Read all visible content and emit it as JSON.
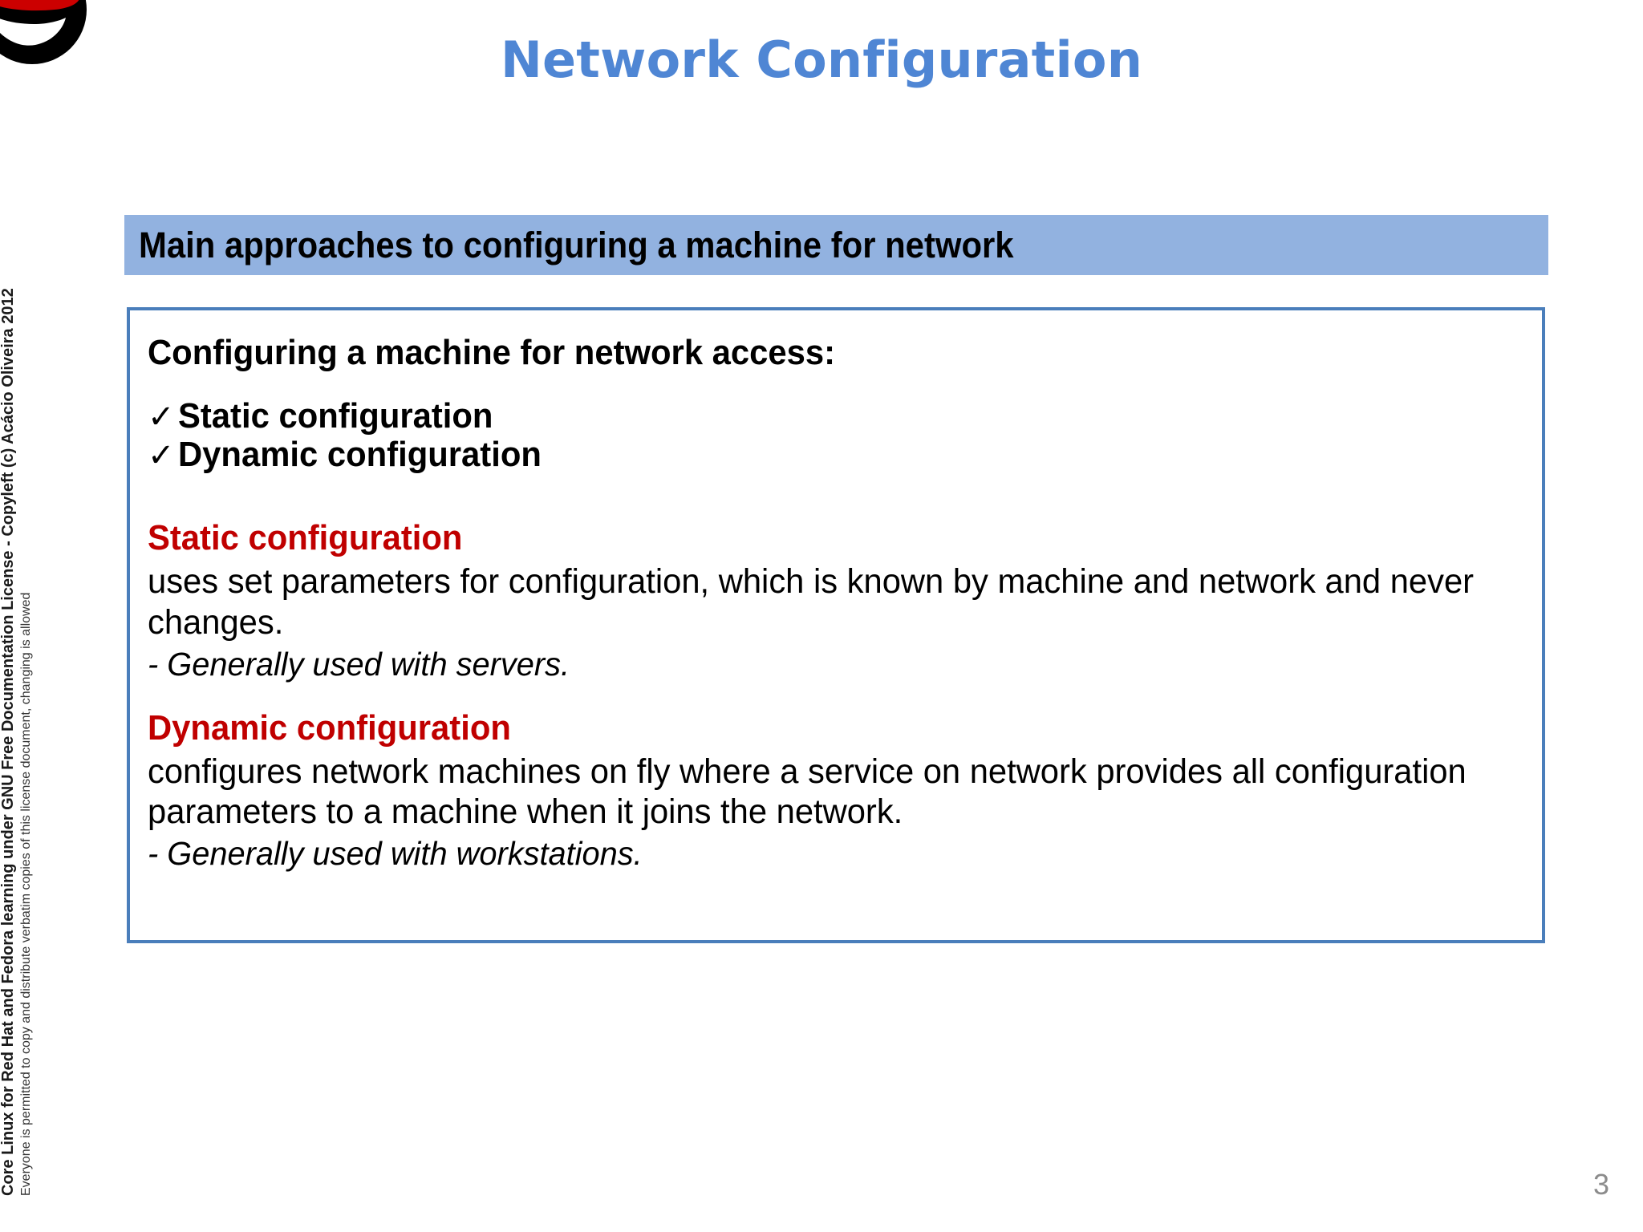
{
  "slide": {
    "title": "Network Configuration",
    "title_color": "#4f86d4",
    "page_number": "3",
    "background_color": "#ffffff"
  },
  "logo": {
    "name": "red-hat-shadowman-logo",
    "hat_color": "#cc0000",
    "body_color": "#000000"
  },
  "header_band": {
    "text": "Main approaches to configuring a machine for network",
    "background_color": "#92b2e0",
    "text_color": "#000000"
  },
  "content_box": {
    "border_color": "#4a7ebb",
    "lead_line": "Configuring a machine for network access:",
    "checklist": [
      {
        "glyph": "✓",
        "label": "Static configuration"
      },
      {
        "glyph": "✓",
        "label": "Dynamic configuration"
      }
    ],
    "sections": [
      {
        "heading": "Static configuration",
        "heading_color": "#c00000",
        "body": "uses set parameters for configuration, which is known by machine and network and never changes.",
        "note": "- Generally used with servers."
      },
      {
        "heading": "Dynamic configuration",
        "heading_color": "#c00000",
        "body": "configures network machines on fly where a service on network provides all configuration parameters to a machine when it joins the network.",
        "note": "- Generally used with workstations."
      }
    ]
  },
  "license": {
    "main": "Core Linux for Red Hat and Fedora learning under GNU Free Documentation License - Copyleft (c) Acácio Oliveira 2012",
    "sub": "Everyone is permitted to copy and distribute verbatim copies of this license document, changing is allowed"
  }
}
